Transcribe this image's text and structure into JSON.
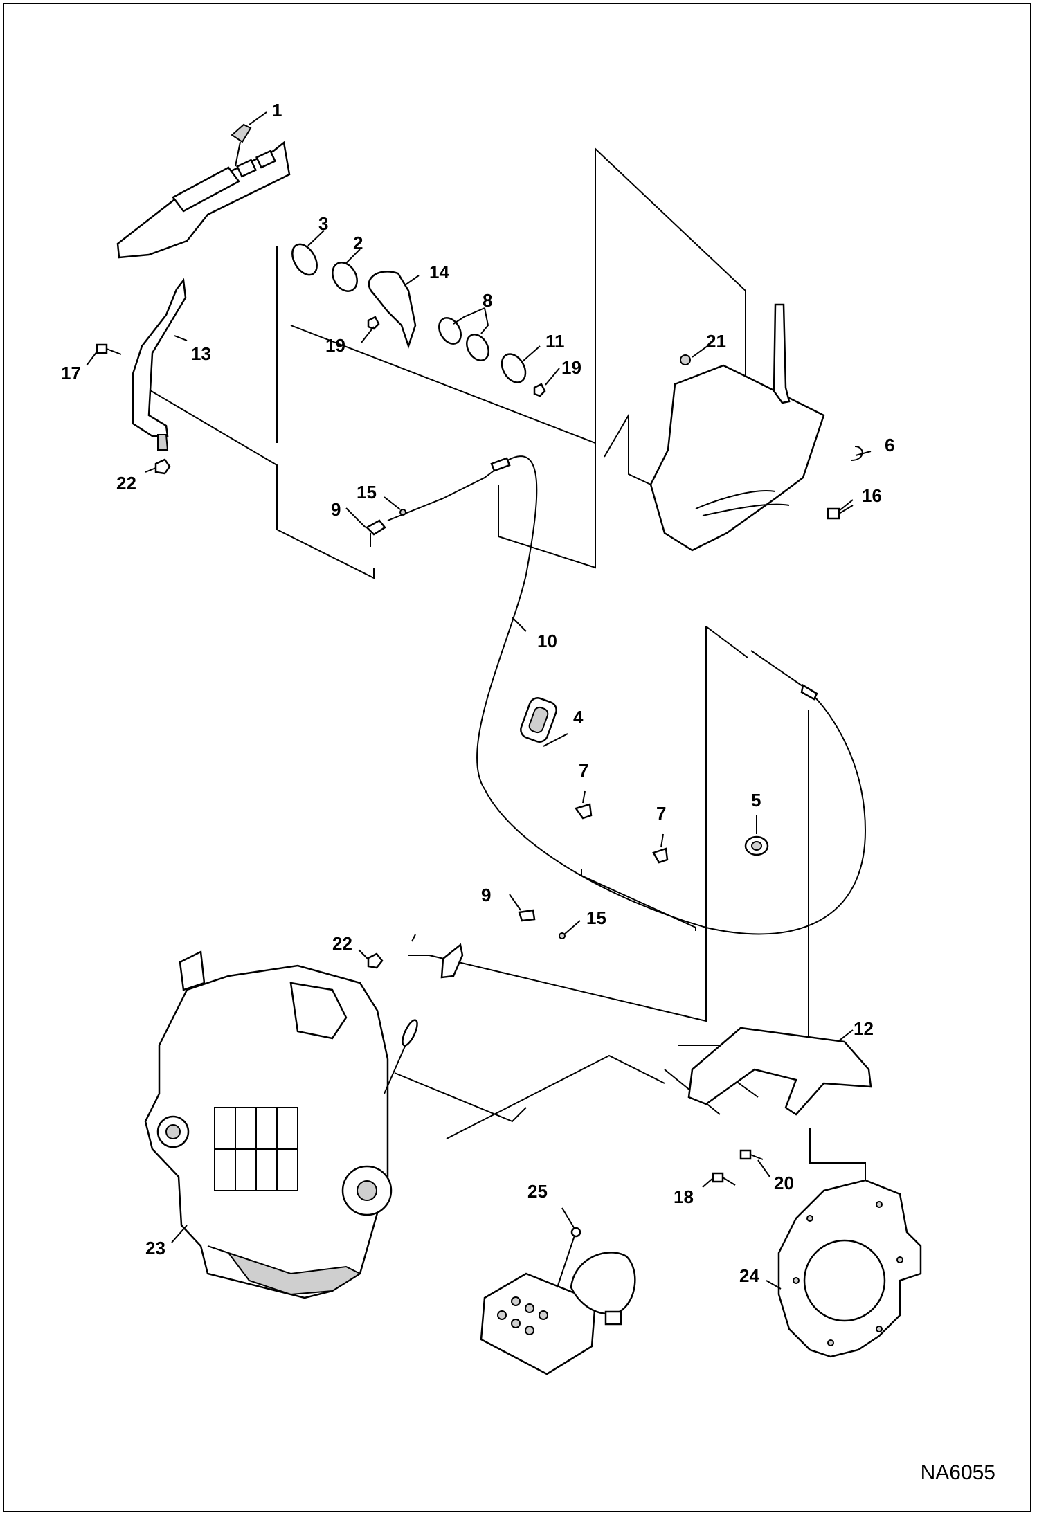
{
  "diagram_id": "NA6055",
  "callouts": [
    {
      "id": "c1",
      "text": "1"
    },
    {
      "id": "c2",
      "text": "2"
    },
    {
      "id": "c3",
      "text": "3"
    },
    {
      "id": "c4",
      "text": "4"
    },
    {
      "id": "c5",
      "text": "5"
    },
    {
      "id": "c6",
      "text": "6"
    },
    {
      "id": "c7a",
      "text": "7"
    },
    {
      "id": "c7b",
      "text": "7"
    },
    {
      "id": "c8",
      "text": "8"
    },
    {
      "id": "c9a",
      "text": "9"
    },
    {
      "id": "c9b",
      "text": "9"
    },
    {
      "id": "c10",
      "text": "10"
    },
    {
      "id": "c11",
      "text": "11"
    },
    {
      "id": "c12",
      "text": "12"
    },
    {
      "id": "c13",
      "text": "13"
    },
    {
      "id": "c14",
      "text": "14"
    },
    {
      "id": "c15a",
      "text": "15"
    },
    {
      "id": "c15b",
      "text": "15"
    },
    {
      "id": "c16",
      "text": "16"
    },
    {
      "id": "c17",
      "text": "17"
    },
    {
      "id": "c18",
      "text": "18"
    },
    {
      "id": "c19a",
      "text": "19"
    },
    {
      "id": "c19b",
      "text": "19"
    },
    {
      "id": "c20",
      "text": "20"
    },
    {
      "id": "c21",
      "text": "21"
    },
    {
      "id": "c22a",
      "text": "22"
    },
    {
      "id": "c22b",
      "text": "22"
    },
    {
      "id": "c23",
      "text": "23"
    },
    {
      "id": "c24",
      "text": "24"
    },
    {
      "id": "c25",
      "text": "25"
    }
  ]
}
